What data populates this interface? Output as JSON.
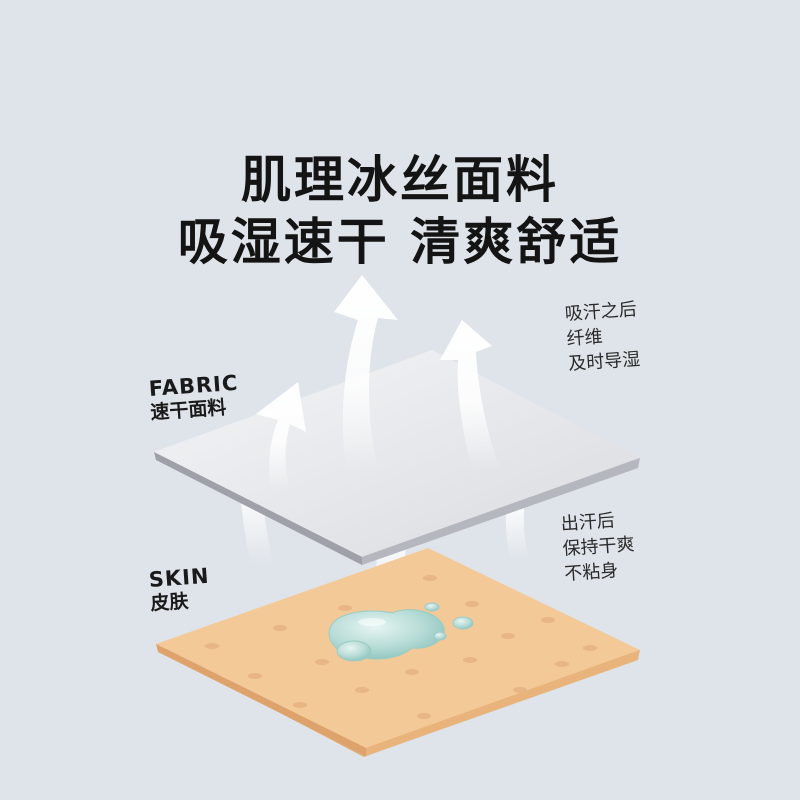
{
  "headline": {
    "line1": "肌理冰丝面料",
    "line2": "吸湿速干 清爽舒适"
  },
  "fabric": {
    "label_en": "FABRIC",
    "label_cn": "速干面料",
    "color": "#e9eaec"
  },
  "skin": {
    "label_en": "SKIN",
    "label_cn": "皮肤",
    "color": "#f3c998"
  },
  "notes": {
    "top": [
      "吸汗之后",
      "纤维",
      "及时导湿"
    ],
    "bottom": [
      "出汗后",
      "保持干爽",
      "不粘身"
    ]
  },
  "colors": {
    "background": "#dfe4ea",
    "sweat_drop": "#b6dbd6"
  }
}
